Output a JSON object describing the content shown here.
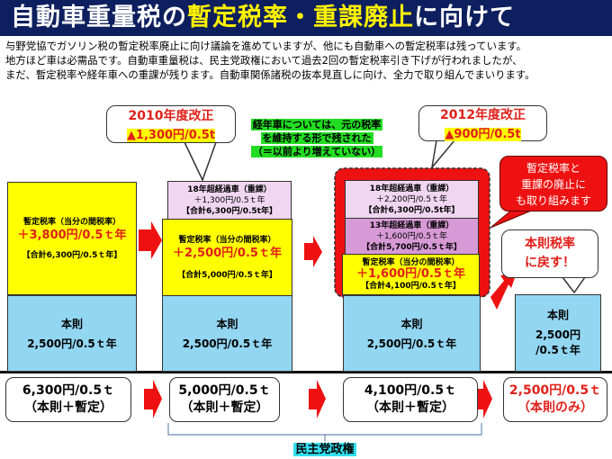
{
  "title": {
    "part1": "自動車重量税の",
    "part2": "暫定税率・重課廃止",
    "part3": "に向けて"
  },
  "intro": [
    "与野党協でガソリン税の暫定税率廃止に向け議論を進めていますが、他にも自動車への暫定税率は残っています。",
    "地方ほど車は必需品です。自動車重量税は、民主党政権において過去2回の暫定税率引き下げが行われましたが、",
    "まだ、暫定税率や経年車への重課が残ります。自動車関係諸税の抜本見直しに向け、全力で取り組んでまいります。"
  ],
  "callout2010": {
    "title": "2010年度改正",
    "amount": "▲1,300円/0.5t"
  },
  "callout2012": {
    "title": "2012年度改正",
    "amount": "▲900円/0.5t"
  },
  "green_note": [
    "経年車については、元の税率",
    "を維持する形で残された",
    "（＝以前より増えていない）"
  ],
  "red_bubble": [
    "暫定税率と",
    "重課の廃止に",
    "も取り組みます"
  ],
  "return_bubble": [
    "本則税率",
    "に戻す！"
  ],
  "col1": {
    "provisional": {
      "label": "暫定税率（当分の間税率）",
      "amount": "＋3,800円/0.5ｔ年",
      "total": "【合計6,300円/0.5ｔ年】"
    },
    "base": {
      "label": "本則",
      "amount": "2,500円/0.5ｔ年"
    }
  },
  "col2": {
    "over18": {
      "label": "18年超経過車（重課）",
      "amount": "＋1,300円/0.5ｔ年",
      "total": "【合計6,300円/0.5t年】"
    },
    "provisional": {
      "label": "暫定税率（当分の間税率）",
      "amount": "＋2,500円/0.5ｔ年",
      "total": "【合計5,000円/0.5ｔ年】"
    },
    "base": {
      "label": "本則",
      "amount": "2,500円/0.5ｔ年"
    }
  },
  "col3": {
    "over18": {
      "label": "18年超経過車（重課）",
      "amount": "＋2,200円/0.5ｔ年",
      "total": "【合計6,300円/0.5t年】"
    },
    "over13": {
      "label": "13年超経過車（重課）",
      "amount": "＋1,600円/0.5ｔ年",
      "total": "【合計5,700円/0.5ｔ年】"
    },
    "provisional": {
      "label": "暫定税率（当分の間税率）",
      "amount": "＋1,600円/0.5ｔ年",
      "total": "【合計4,100円/0.5ｔ年】"
    },
    "base": {
      "label": "本則",
      "amount": "2,500円/0.5ｔ年"
    }
  },
  "col4": {
    "base": {
      "label": "本則",
      "amount1": "2,500円",
      "amount2": "/0.5ｔ年"
    }
  },
  "totals": [
    {
      "amount": "6,300円/0.5ｔ",
      "note": "（本則＋暫定）"
    },
    {
      "amount": "5,000円/0.5ｔ",
      "note": "（本則＋暫定）"
    },
    {
      "amount": "4,100円/0.5ｔ",
      "note": "（本則＋暫定）"
    },
    {
      "amount": "2,500円/0.5ｔ",
      "note": "（本則のみ）"
    }
  ],
  "period_label": "民主党政権"
}
